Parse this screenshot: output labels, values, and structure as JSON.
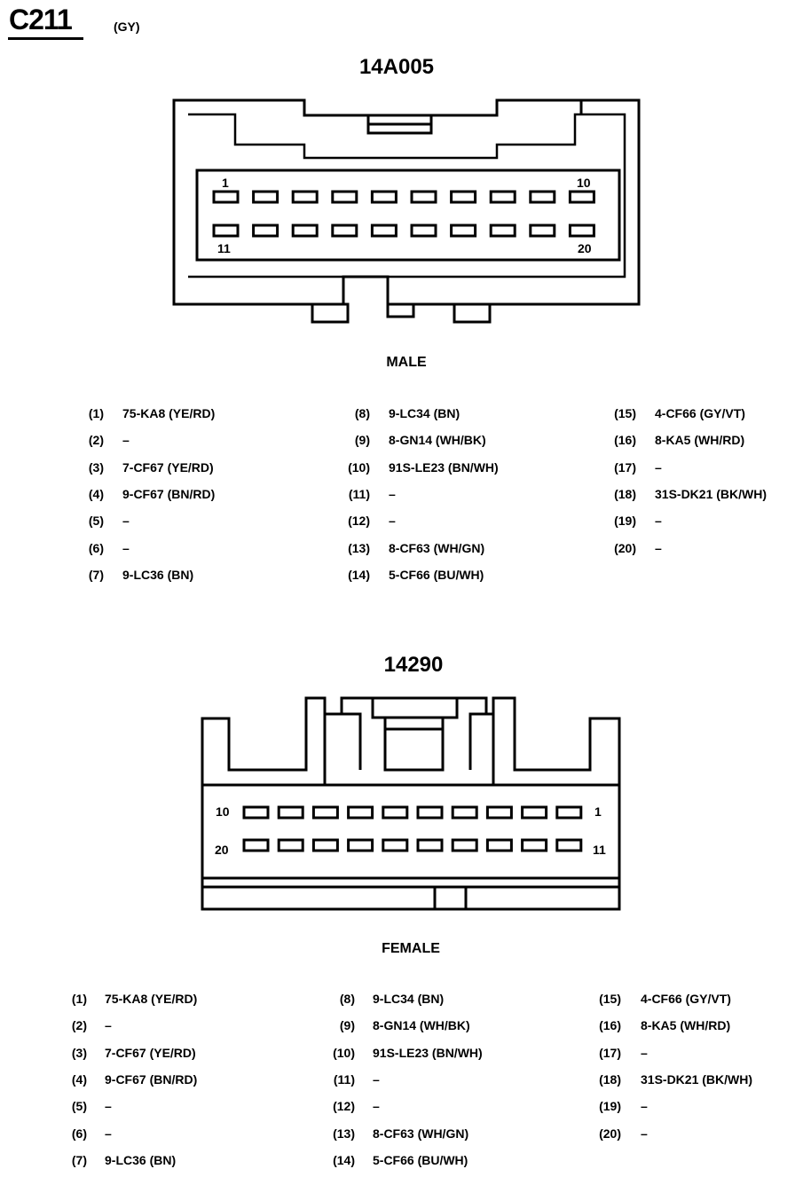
{
  "connector": {
    "id": "C211",
    "color": "(GY)"
  },
  "male": {
    "part_number": "14A005",
    "label": "MALE",
    "pin_labels": {
      "top_left": "1",
      "top_right": "10",
      "bottom_left": "11",
      "bottom_right": "20"
    },
    "pins": [
      {
        "num": "(1)",
        "circuit": "75-KA8 (YE/RD)"
      },
      {
        "num": "(2)",
        "circuit": "–"
      },
      {
        "num": "(3)",
        "circuit": "7-CF67 (YE/RD)"
      },
      {
        "num": "(4)",
        "circuit": "9-CF67 (BN/RD)"
      },
      {
        "num": "(5)",
        "circuit": "–"
      },
      {
        "num": "(6)",
        "circuit": "–"
      },
      {
        "num": "(7)",
        "circuit": "9-LC36 (BN)"
      },
      {
        "num": "(8)",
        "circuit": "9-LC34 (BN)"
      },
      {
        "num": "(9)",
        "circuit": "8-GN14 (WH/BK)"
      },
      {
        "num": "(10)",
        "circuit": "91S-LE23 (BN/WH)"
      },
      {
        "num": "(11)",
        "circuit": "–"
      },
      {
        "num": "(12)",
        "circuit": "–"
      },
      {
        "num": "(13)",
        "circuit": "8-CF63 (WH/GN)"
      },
      {
        "num": "(14)",
        "circuit": "5-CF66 (BU/WH)"
      },
      {
        "num": "(15)",
        "circuit": "4-CF66 (GY/VT)"
      },
      {
        "num": "(16)",
        "circuit": "8-KA5 (WH/RD)"
      },
      {
        "num": "(17)",
        "circuit": "–"
      },
      {
        "num": "(18)",
        "circuit": "31S-DK21 (BK/WH)"
      },
      {
        "num": "(19)",
        "circuit": "–"
      },
      {
        "num": "(20)",
        "circuit": "–"
      }
    ]
  },
  "female": {
    "part_number": "14290",
    "label": "FEMALE",
    "pin_labels": {
      "top_left": "10",
      "top_right": "1",
      "bottom_left": "20",
      "bottom_right": "11"
    },
    "pins": [
      {
        "num": "(1)",
        "circuit": "75-KA8 (YE/RD)"
      },
      {
        "num": "(2)",
        "circuit": "–"
      },
      {
        "num": "(3)",
        "circuit": "7-CF67 (YE/RD)"
      },
      {
        "num": "(4)",
        "circuit": "9-CF67 (BN/RD)"
      },
      {
        "num": "(5)",
        "circuit": "–"
      },
      {
        "num": "(6)",
        "circuit": "–"
      },
      {
        "num": "(7)",
        "circuit": "9-LC36 (BN)"
      },
      {
        "num": "(8)",
        "circuit": "9-LC34 (BN)"
      },
      {
        "num": "(9)",
        "circuit": "8-GN14 (WH/BK)"
      },
      {
        "num": "(10)",
        "circuit": "91S-LE23 (BN/WH)"
      },
      {
        "num": "(11)",
        "circuit": "–"
      },
      {
        "num": "(12)",
        "circuit": "–"
      },
      {
        "num": "(13)",
        "circuit": "8-CF63 (WH/GN)"
      },
      {
        "num": "(14)",
        "circuit": "5-CF66 (BU/WH)"
      },
      {
        "num": "(15)",
        "circuit": "4-CF66 (GY/VT)"
      },
      {
        "num": "(16)",
        "circuit": "8-KA5 (WH/RD)"
      },
      {
        "num": "(17)",
        "circuit": "–"
      },
      {
        "num": "(18)",
        "circuit": "31S-DK21 (BK/WH)"
      },
      {
        "num": "(19)",
        "circuit": "–"
      },
      {
        "num": "(20)",
        "circuit": "–"
      }
    ]
  }
}
